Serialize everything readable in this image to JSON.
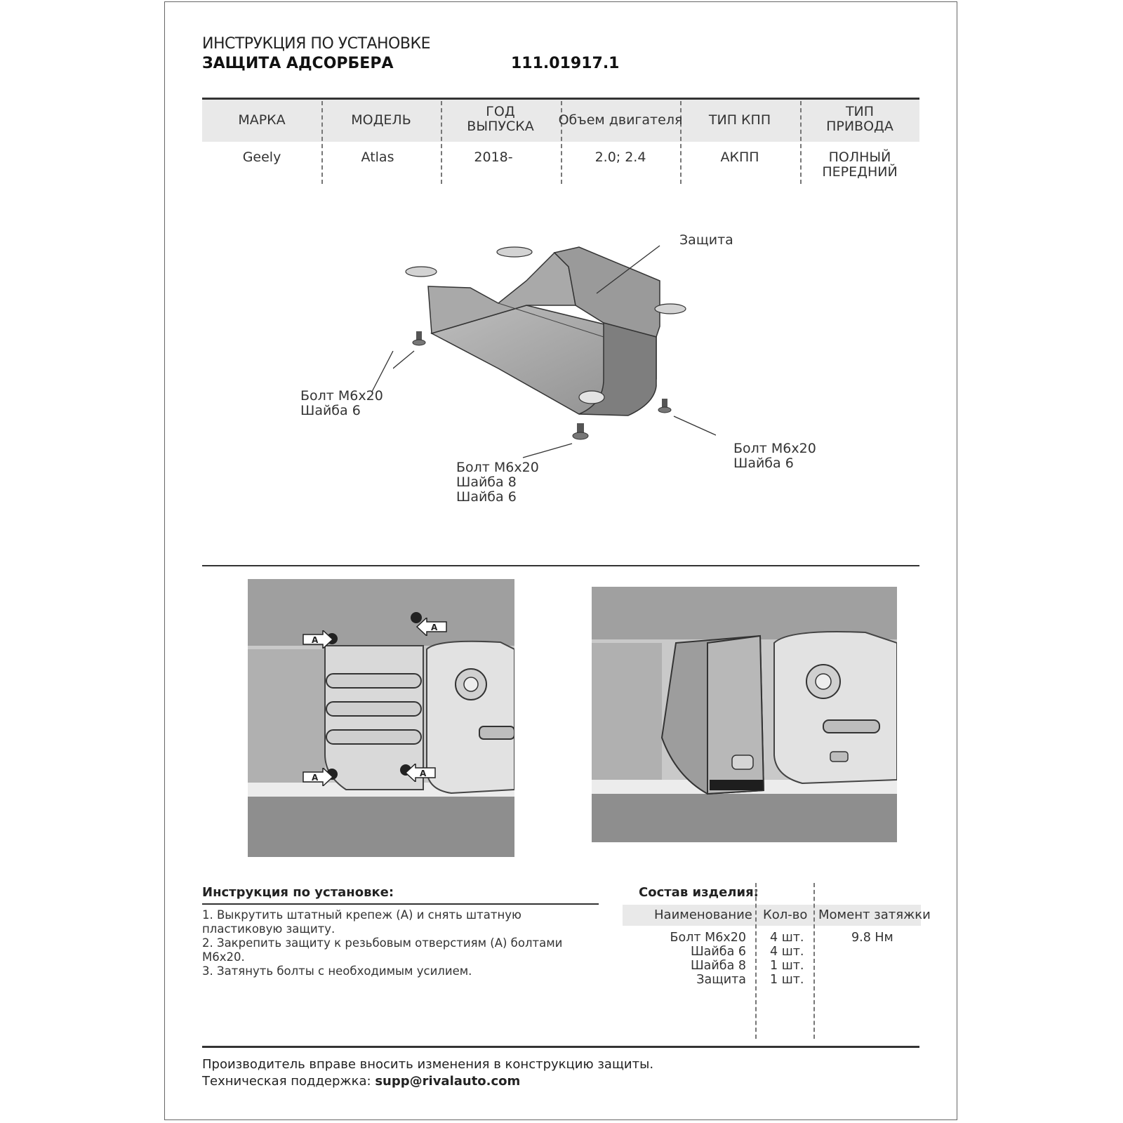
{
  "header": {
    "title_line1": "ИНСТРУКЦИЯ ПО УСТАНОВКЕ",
    "title_line2": "ЗАЩИТА АДСОРБЕРА",
    "code": "111.01917.1"
  },
  "spec_table": {
    "headers": [
      "МАРКА",
      "МОДЕЛЬ",
      "ГОД\nВЫПУСКА",
      "Объем двигателя",
      "ТИП КПП",
      "ТИП\nПРИВОДА"
    ],
    "values": [
      "Geely",
      "Atlas",
      "2018-",
      "2.0; 2.4",
      "АКПП",
      "ПОЛНЫЙ\nПЕРЕДНИЙ"
    ]
  },
  "diagram_labels": {
    "guard": "Защита",
    "left_fastener": [
      "Болт М6х20",
      "Шайба 6"
    ],
    "center_fastener": [
      "Болт М6х20",
      "Шайба 8",
      "Шайба 6"
    ],
    "right_fastener": [
      "Болт М6х20",
      "Шайба 6"
    ]
  },
  "photos": {
    "marker_letter": "A"
  },
  "instructions": {
    "title": "Инструкция по установке:",
    "lines": [
      "1. Выкрутить штатный крепеж  (А) и снять штатную",
      "пластиковую защиту.",
      "2. Закрепить защиту к резьбовым отверстиям (А) болтами",
      "М6х20.",
      "3. Затянуть болты с необходимым усилием."
    ]
  },
  "composition": {
    "title": "Состав изделия:",
    "headers": [
      "Наименование",
      "Кол-во",
      "Момент затяжки"
    ],
    "rows": [
      {
        "name": "Болт М6х20",
        "qty": "4 шт.",
        "torque": "9.8 Нм"
      },
      {
        "name": "Шайба 6",
        "qty": "4 шт.",
        "torque": ""
      },
      {
        "name": "Шайба 8",
        "qty": "1 шт.",
        "torque": ""
      },
      {
        "name": "Защита",
        "qty": "1 шт.",
        "torque": ""
      }
    ]
  },
  "footer": {
    "line1": "Производитель вправе вносить изменения в конструкцию защиты.",
    "line2_prefix": "Техническая поддержка:",
    "email": "supp@rivalauto.com"
  }
}
